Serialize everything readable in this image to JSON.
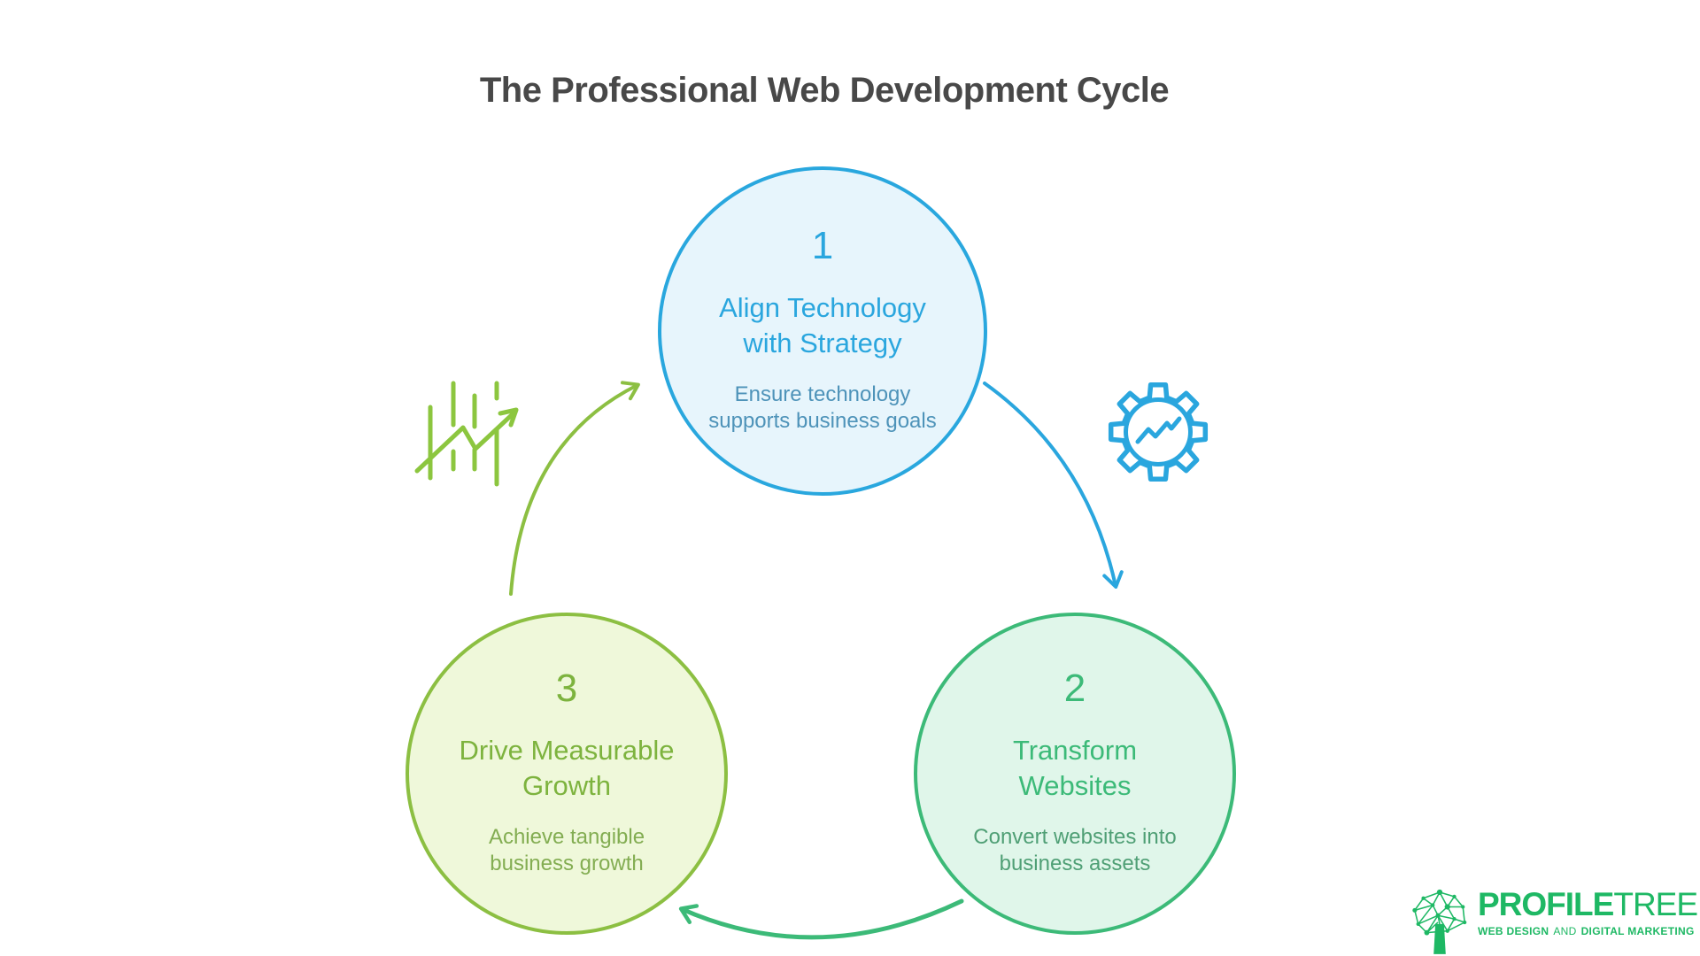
{
  "title": "The Professional Web Development Cycle",
  "steps": [
    {
      "number": "1",
      "title": "Align Technology\nwith Strategy",
      "description": "Ensure technology\nsupports business goals",
      "fill": "#e7f5fc",
      "border": "#29a7de"
    },
    {
      "number": "2",
      "title": "Transform\nWebsites",
      "description": "Convert websites into\nbusiness assets",
      "fill": "#e0f6ea",
      "border": "#3cba78"
    },
    {
      "number": "3",
      "title": "Drive Measurable\nGrowth",
      "description": "Achieve tangible\nbusiness growth",
      "fill": "#eff8da",
      "border": "#8cbf42"
    }
  ],
  "icons": {
    "right_of_cycle": "gear-with-trend-chart-icon",
    "left_of_cycle": "candlestick-growth-arrow-icon"
  },
  "colors": {
    "arrow_blue": "#2aa6de",
    "arrow_green": "#3cba78",
    "arrow_olive": "#8cbf42",
    "title_text": "#484848",
    "logo_green": "#1eb864"
  },
  "logo": {
    "wordmark_bold": "PROFILE",
    "wordmark_light": "TREE",
    "tagline_parts": [
      "WEB DESIGN",
      "AND",
      "DIGITAL MARKETING"
    ]
  }
}
